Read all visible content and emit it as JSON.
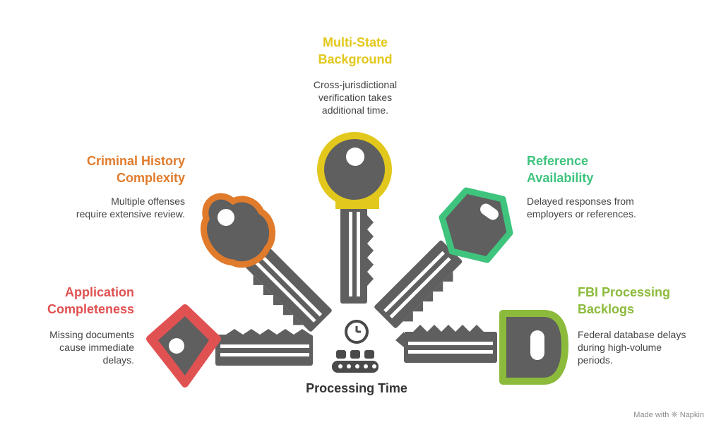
{
  "colors": {
    "key_gray": "#5f5f5f",
    "dark_gray": "#4a4a4a",
    "application": "#e05152",
    "criminal": "#e07b2c",
    "multistate": "#e2c81c",
    "reference": "#3fc47e",
    "fbi": "#8cbb3c"
  },
  "center": {
    "label": "Processing Time",
    "icon": "clock-conveyor-icon"
  },
  "factors": [
    {
      "title_line1": "Application",
      "title_line2": "Completeness",
      "desc": [
        "Missing documents",
        "cause immediate",
        "delays."
      ]
    },
    {
      "title_line1": "Criminal History",
      "title_line2": "Complexity",
      "desc": [
        "Multiple offenses",
        "require extensive review."
      ]
    },
    {
      "title_line1": "Multi-State",
      "title_line2": "Background",
      "desc": [
        "Cross-jurisdictional",
        "verification takes",
        "additional time."
      ]
    },
    {
      "title_line1": "Reference",
      "title_line2": "Availability",
      "desc": [
        "Delayed responses from",
        "employers or references."
      ]
    },
    {
      "title_line1": "FBI Processing",
      "title_line2": "Backlogs",
      "desc": [
        "Federal database delays",
        "during high-volume",
        "periods."
      ]
    }
  ],
  "watermark": "Made with ❈ Napkin"
}
